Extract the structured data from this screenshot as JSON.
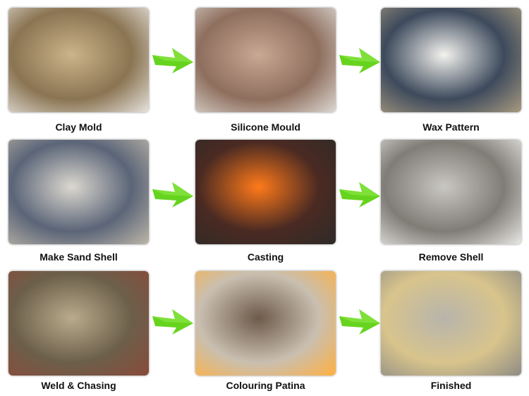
{
  "steps": [
    {
      "label": "Clay Mold",
      "colors": [
        "#cbb48a",
        "#8a7452",
        "#e6e2dc"
      ]
    },
    {
      "label": "Silicone Mould",
      "colors": [
        "#c9a994",
        "#8e6e5d",
        "#dcd8d2"
      ]
    },
    {
      "label": "Wax Pattern",
      "colors": [
        "#f3f2ee",
        "#3d4a5c",
        "#a89a80"
      ]
    },
    {
      "label": "Make Sand Shell",
      "colors": [
        "#dcd8cf",
        "#5b6578",
        "#bdb6a8"
      ]
    },
    {
      "label": "Casting",
      "colors": [
        "#ff7a1a",
        "#4a2a22",
        "#2e2a28"
      ]
    },
    {
      "label": "Remove Shell",
      "colors": [
        "#c9c7c2",
        "#807c76",
        "#e8e7e4"
      ]
    },
    {
      "label": "Weld & Chasing",
      "colors": [
        "#b9ab8c",
        "#6c5f4a",
        "#8a4a3a"
      ]
    },
    {
      "label": "Colouring Patina",
      "colors": [
        "#6d5a4a",
        "#c9bfb0",
        "#ffb040"
      ]
    },
    {
      "label": "Finished",
      "colors": [
        "#b7b4ac",
        "#d8c48c",
        "#8e8b84"
      ]
    }
  ],
  "arrow_color": "#66d41e"
}
